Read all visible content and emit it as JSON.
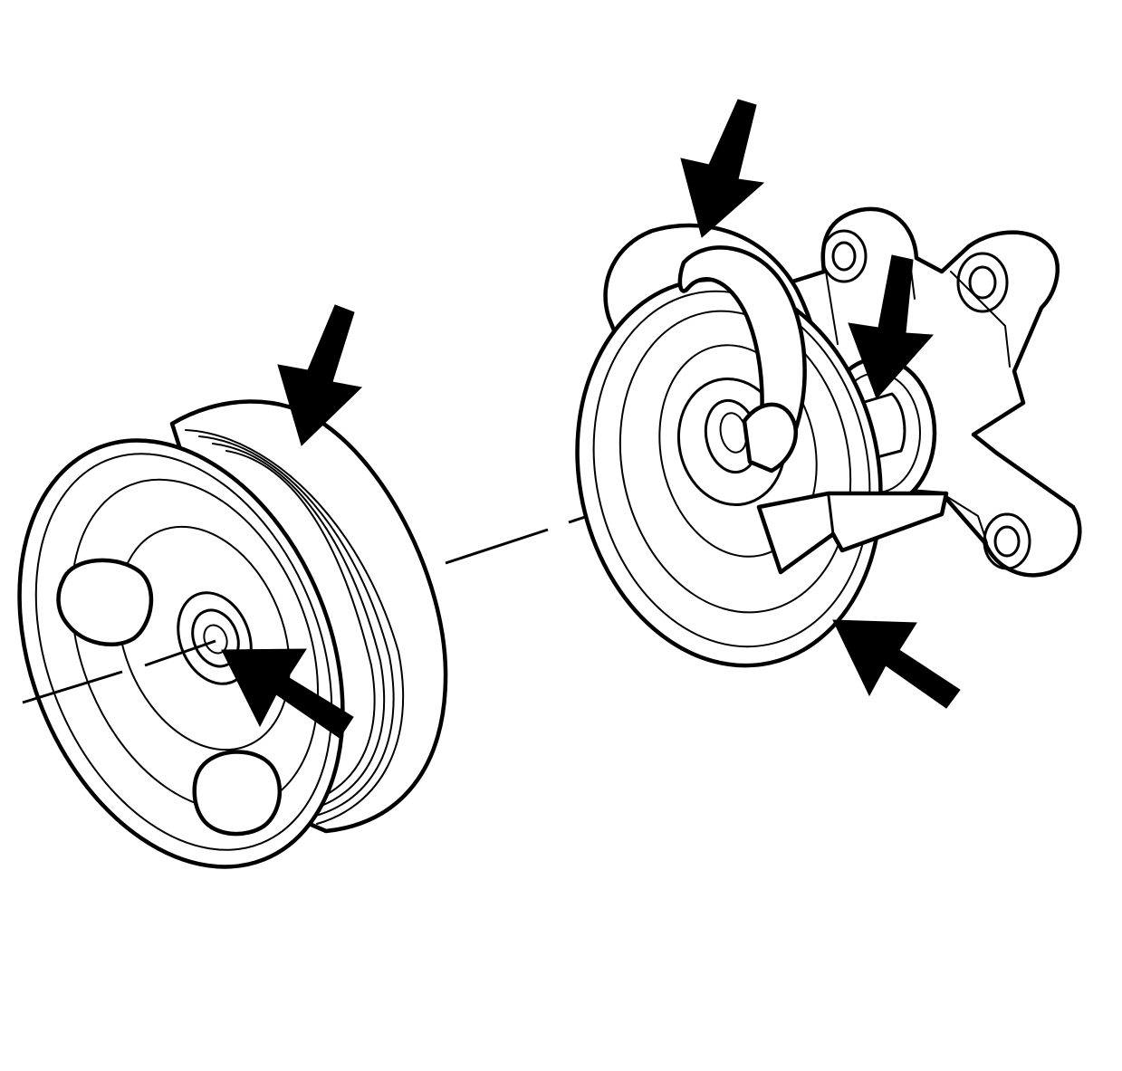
{
  "figure": {
    "background_color": "#ffffff",
    "line_color": "#000000",
    "components": [
      "pulley",
      "pulley-bolt",
      "pulley-hub",
      "idler-pulley",
      "tensioner-bracket",
      "tensioner-bolt",
      "pointer-arrow"
    ],
    "pointer_arrow_count": 5,
    "icon": "pointer-arrow"
  }
}
